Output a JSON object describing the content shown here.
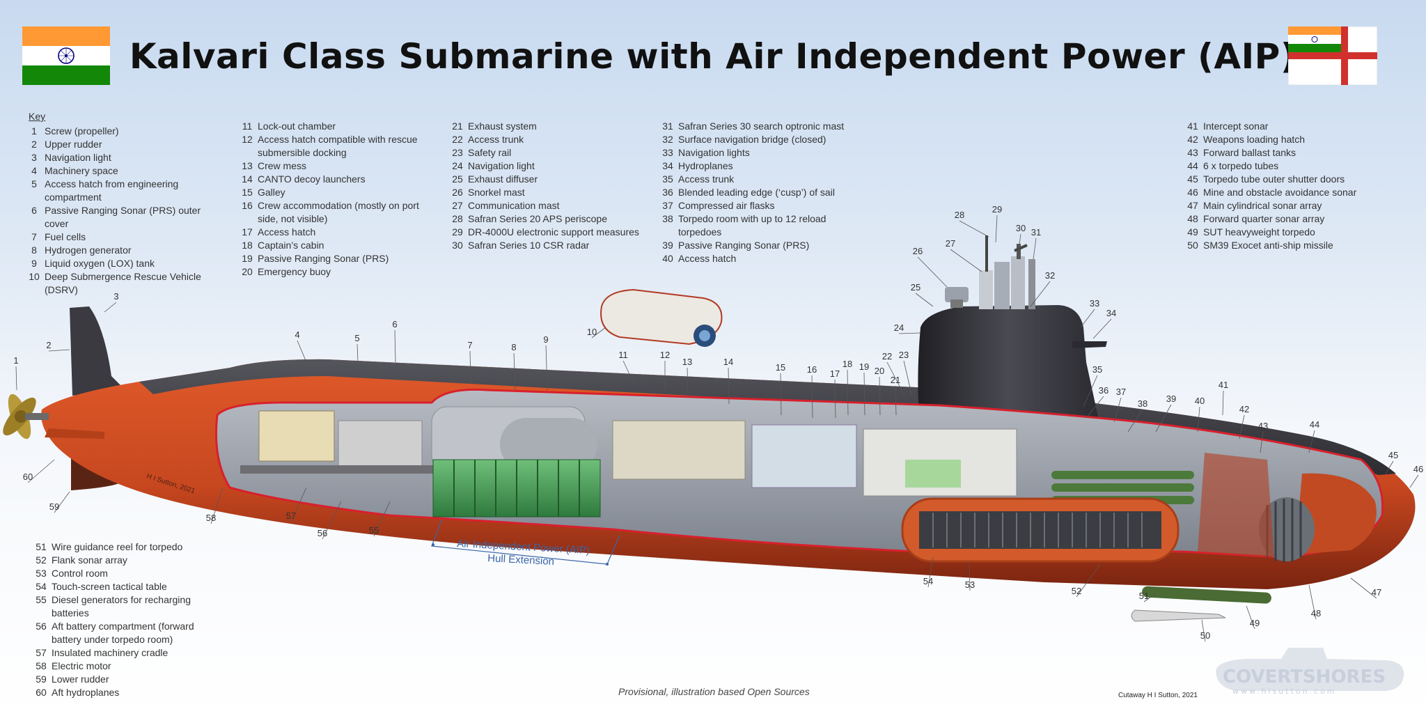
{
  "title": "Kalvari Class Submarine with Air Independent Power (AIP)",
  "key_title": "Key",
  "key_col1": [
    {
      "n": "1",
      "label": "Screw (propeller)"
    },
    {
      "n": "2",
      "label": "Upper rudder"
    },
    {
      "n": "3",
      "label": "Navigation light"
    },
    {
      "n": "4",
      "label": "Machinery space"
    },
    {
      "n": "5",
      "label": "Access hatch from engineering compartment"
    },
    {
      "n": "6",
      "label": "Passive Ranging Sonar (PRS) outer cover"
    },
    {
      "n": "7",
      "label": "Fuel cells"
    },
    {
      "n": "8",
      "label": "Hydrogen generator"
    },
    {
      "n": "9",
      "label": "Liquid oxygen (LOX) tank"
    },
    {
      "n": "10",
      "label": "Deep Submergence Rescue Vehicle (DSRV)"
    }
  ],
  "key_col2": [
    {
      "n": "11",
      "label": "Lock-out chamber"
    },
    {
      "n": "12",
      "label": "Access hatch compatible with rescue submersible docking"
    },
    {
      "n": "13",
      "label": "Crew mess"
    },
    {
      "n": "14",
      "label": "CANTO decoy launchers"
    },
    {
      "n": "15",
      "label": "Galley"
    },
    {
      "n": "16",
      "label": "Crew accommodation (mostly on port side, not visible)"
    },
    {
      "n": "17",
      "label": "Access hatch"
    },
    {
      "n": "18",
      "label": "Captain’s cabin"
    },
    {
      "n": "19",
      "label": "Passive Ranging Sonar (PRS)"
    },
    {
      "n": "20",
      "label": "Emergency buoy"
    }
  ],
  "key_col3": [
    {
      "n": "21",
      "label": "Exhaust system"
    },
    {
      "n": "22",
      "label": "Access trunk"
    },
    {
      "n": "23",
      "label": "Safety rail"
    },
    {
      "n": "24",
      "label": "Navigation light"
    },
    {
      "n": "25",
      "label": "Exhaust diffuser"
    },
    {
      "n": "26",
      "label": "Snorkel mast"
    },
    {
      "n": "27",
      "label": "Communication mast"
    },
    {
      "n": "28",
      "label": "Safran Series 20 APS periscope"
    },
    {
      "n": "29",
      "label": "DR-4000U electronic support measures"
    },
    {
      "n": "30",
      "label": "Safran Series 10 CSR radar"
    }
  ],
  "key_col4": [
    {
      "n": "31",
      "label": "Safran Series 30 search optronic mast"
    },
    {
      "n": "32",
      "label": "Surface navigation bridge (closed)"
    },
    {
      "n": "33",
      "label": "Navigation lights"
    },
    {
      "n": "34",
      "label": "Hydroplanes"
    },
    {
      "n": "35",
      "label": "Access trunk"
    },
    {
      "n": "36",
      "label": "Blended leading edge (‘cusp’) of sail"
    },
    {
      "n": "37",
      "label": "Compressed air flasks"
    },
    {
      "n": "38",
      "label": "Torpedo room with up to 12 reload torpedoes"
    },
    {
      "n": "39",
      "label": "Passive Ranging Sonar (PRS)"
    },
    {
      "n": "40",
      "label": "Access hatch"
    }
  ],
  "key_col5": [
    {
      "n": "41",
      "label": "Intercept sonar"
    },
    {
      "n": "42",
      "label": "Weapons loading hatch"
    },
    {
      "n": "43",
      "label": "Forward ballast tanks"
    },
    {
      "n": "44",
      "label": "6 x torpedo tubes"
    },
    {
      "n": "45",
      "label": "Torpedo tube outer shutter doors"
    },
    {
      "n": "46",
      "label": "Mine and obstacle avoidance sonar"
    },
    {
      "n": "47",
      "label": "Main cylindrical sonar array"
    },
    {
      "n": "48",
      "label": "Forward quarter sonar array"
    },
    {
      "n": "49",
      "label": "SUT heavyweight torpedo"
    },
    {
      "n": "50",
      "label": "SM39 Exocet anti-ship missile"
    }
  ],
  "key_col6": [
    {
      "n": "51",
      "label": "Wire guidance reel for torpedo"
    },
    {
      "n": "52",
      "label": "Flank sonar array"
    },
    {
      "n": "53",
      "label": "Control room"
    },
    {
      "n": "54",
      "label": "Touch-screen tactical table"
    },
    {
      "n": "55",
      "label": "Diesel generators for recharging batteries"
    },
    {
      "n": "56",
      "label": "Aft battery compartment (forward battery under torpedo room)"
    },
    {
      "n": "57",
      "label": "Insulated machinery cradle"
    },
    {
      "n": "58",
      "label": "Electric motor"
    },
    {
      "n": "59",
      "label": "Lower rudder"
    },
    {
      "n": "60",
      "label": "Aft hydroplanes"
    }
  ],
  "callouts": [
    "1",
    "2",
    "3",
    "4",
    "5",
    "6",
    "7",
    "8",
    "9",
    "10",
    "11",
    "12",
    "13",
    "14",
    "15",
    "16",
    "17",
    "18",
    "19",
    "20",
    "21",
    "22",
    "23",
    "24",
    "25",
    "26",
    "27",
    "28",
    "29",
    "30",
    "31",
    "32",
    "33",
    "34",
    "35",
    "36",
    "37",
    "38",
    "39",
    "40",
    "41",
    "42",
    "43",
    "44",
    "45",
    "46",
    "47",
    "48",
    "49",
    "50",
    "51",
    "52",
    "53",
    "54",
    "55",
    "56",
    "57",
    "58",
    "59",
    "60"
  ],
  "aip_label_line1": "Air Independent Power (AIP)",
  "aip_label_line2": "Hull Extension",
  "artist_signature": "H I Sutton, 2021",
  "caption": "Provisional, illustration based Open Sources",
  "credit": "Cutaway H I Sutton, 2021",
  "logo": {
    "name": "COVERTSHORES",
    "url": "www.hisutton.com"
  },
  "colors": {
    "hull_orange": "#c7471f",
    "hull_dark": "#3a3a3e",
    "sail": "#2e2e33",
    "interior_green": "#4e9a5a",
    "cutaway_red": "#d8202c",
    "flag_saffron": "#ff9933",
    "flag_green": "#138808",
    "ashoka_blue": "#000080",
    "ensign_red": "#d0312d"
  }
}
